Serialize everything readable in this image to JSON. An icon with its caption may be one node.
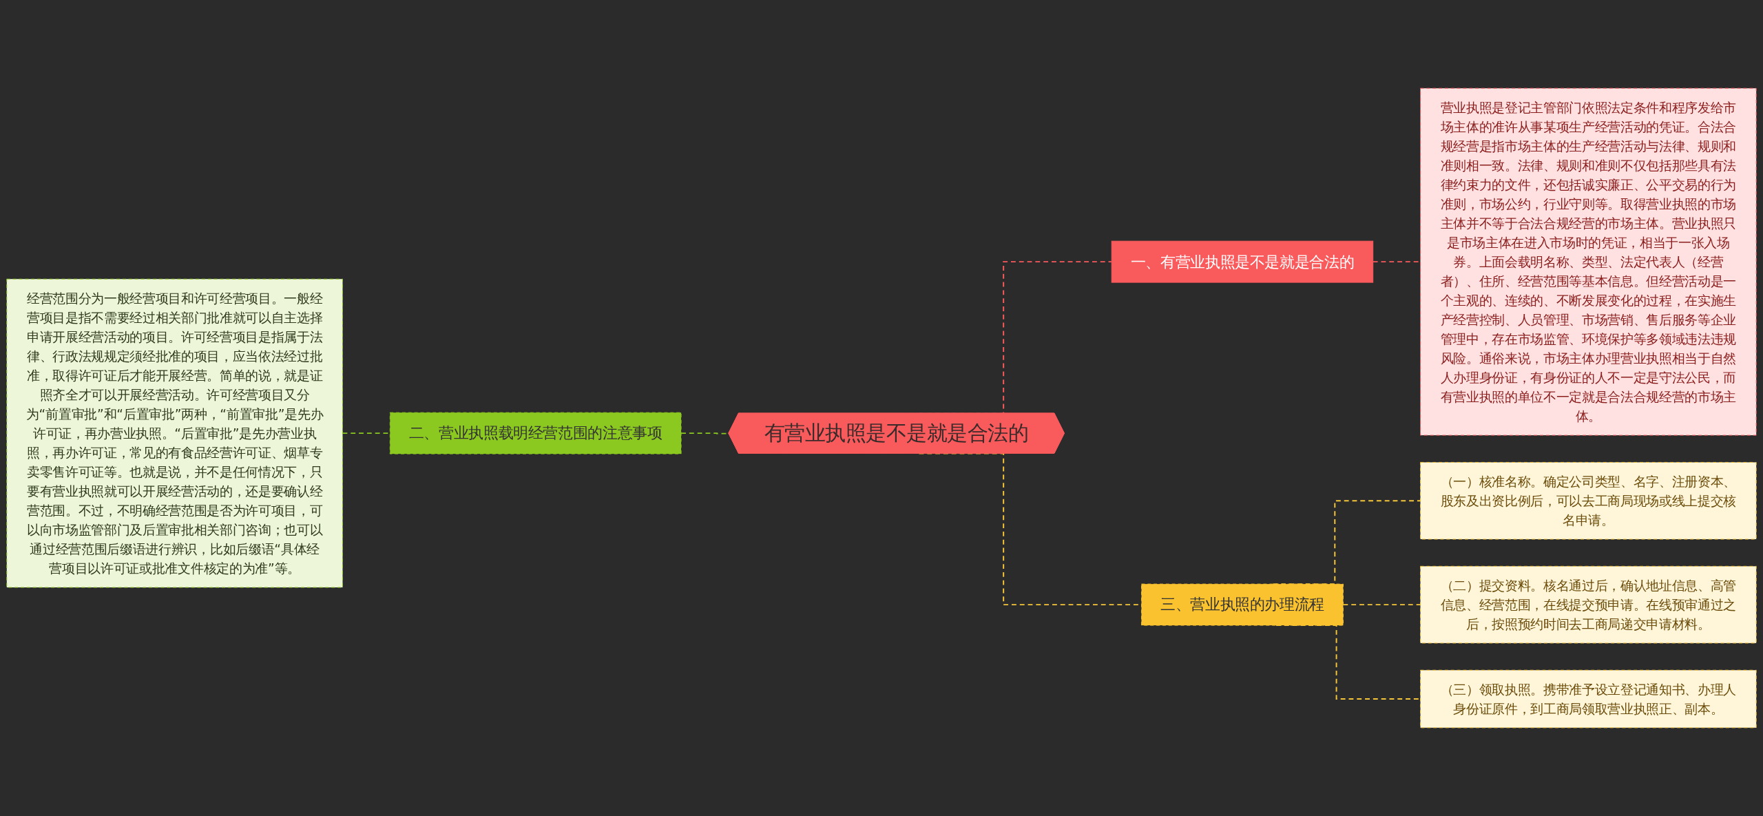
{
  "diagram": {
    "nodes": [
      {
        "text": [
          "有营业执照是不是就是合法的"
        ]
      },
      {
        "text": [
          "一、有营业执照是不是就是合法的"
        ]
      },
      {
        "text": [
          "营业执照是登记主管部门依照法定条件和程序发给市场主体的准许从事某项生产经营活动的凭证。合法合规经营是指市场主体的生产经营活动与法律、规则和准则相一致。法律、规则和准则不仅包括那些具有法律约束力的文件，还包括诚实廉正、公平交易的行为准则，市场公约，行业守则等。取得营业执照的市场主体并不等于合法合规经营的市场主体。营业执照只是市场主体在进入市场时的凭证，相当于一张入场券。上面会载明名称、类型、法定代表人（经营者）、住所、经营范围等基本信息。但经营活动是一个主观的、连续的、不断发展变化的过程，在实施生产经营控制、人员管理、市场营销、售后服务等企业管理中，存在市场监管、环境保护等多领域违法违规风险。通俗来说，市场主体办理营业执照相当于自然人办理身份证，有身份证的人不一定是守法公民，而有营业执照的单位不一定就是合法合规经营的市场主体。"
        ]
      },
      {
        "text": [
          "二、营业执照载明经营范围的注意事项"
        ]
      },
      {
        "text": [
          "经营范围分为一般经营项目和许可经营项目。一般经营项目是指不需要经过相关部门批准就可以自主选择申请开展经营活动的项目。许可经营项目是指属于法律、行政法规规定须经批准的项目，应当依法经过批准，取得许可证后才能开展经营。简单的说，就是证照齐全才可以开展经营活动。许可经营项目又分为“前置审批”和“后置审批”两种，“前置审批”是先办许可证，再办营业执照。“后置审批”是先办营业执照，再办许可证，常见的有食品经营许可证、烟草专卖零售许可证等。也就是说，并不是任何情况下，只要有营业执照就可以开展经营活动的，还是要确认经营范围。不过，不明确经营范围是否为许可项目，可以向市场监管部门及后置审批相关部门咨询；也可以通过经营范围后缀语进行辨识，比如后缀语“具体经营项目以许可证或批准文件核定的为准”等。"
        ]
      },
      {
        "text": [
          "三、营业执照的办理流程"
        ]
      },
      {
        "text": [
          "（一）核准名称。确定公司类型、名字、注册资本、股东及出资比例后，可以去工商局现场或线上提交核名申请。"
        ]
      },
      {
        "text": [
          "（二）提交资料。核名通过后，确认地址信息、高管信息、经营范围，在线提交预申请。在线预审通过之后，按照预约时间去工商局递交申请材料。"
        ]
      },
      {
        "text": [
          "（三）领取执照。携带准予设立登记通知书、办理人身份证原件，到工商局领取营业执照正、副本。"
        ]
      }
    ],
    "edges": [
      {
        "from": 0,
        "to": 1,
        "arrow": "none",
        "style": "dashed",
        "color": "#f95a5c"
      },
      {
        "from": 1,
        "to": 2,
        "arrow": "none",
        "style": "dashed",
        "color": "#f95a5c"
      },
      {
        "from": 3,
        "to": 0,
        "arrow": "none",
        "style": "dashed",
        "color": "#8bc820"
      },
      {
        "from": 4,
        "to": 3,
        "arrow": "none",
        "style": "dashed",
        "color": "#8bc820"
      },
      {
        "from": 0,
        "to": 5,
        "arrow": "none",
        "style": "dashed"
      },
      {
        "from": 5,
        "to": 6,
        "arrow": "none",
        "style": "dashed"
      },
      {
        "from": 5,
        "to": 7,
        "arrow": "none",
        "style": "dashed"
      },
      {
        "from": 5,
        "to": 8,
        "arrow": "none",
        "style": "dashed"
      }
    ]
  }
}
